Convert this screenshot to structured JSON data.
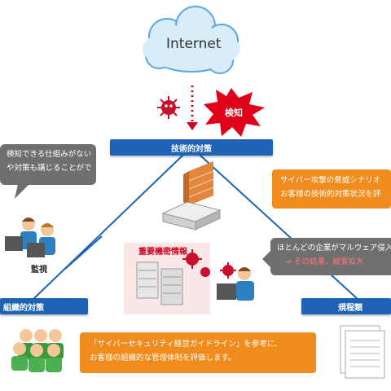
{
  "cloud": {
    "label": "Internet"
  },
  "alert": {
    "label": "検知"
  },
  "bars": {
    "technical": "技術的対策",
    "organizational": "組織的対策",
    "regulation": "規程類"
  },
  "bubbles": {
    "left_gray": [
      "検知できる仕組みがない",
      "や対策も講じることがで"
    ],
    "right_orange": [
      "サイバー攻撃の脅威シナリオ",
      "お客様の技術的対策状況を評"
    ],
    "right_gray_line1": "ほとんどの企業がマルウェア侵入",
    "right_gray_line2": "⇒ その結果、被害拡大",
    "bottom_orange": [
      "「サイバーセキュリティ経営ガイドライン」を参考に、",
      "お客様の組織的な管理体制を評価します。"
    ]
  },
  "labels": {
    "monitor": "監視",
    "confidential": "重要機密情報"
  },
  "colors": {
    "bar_blue": "#1e63b5",
    "orange": "#f08c1e",
    "gray": "#6f6f6f",
    "red": "#d0021b"
  }
}
